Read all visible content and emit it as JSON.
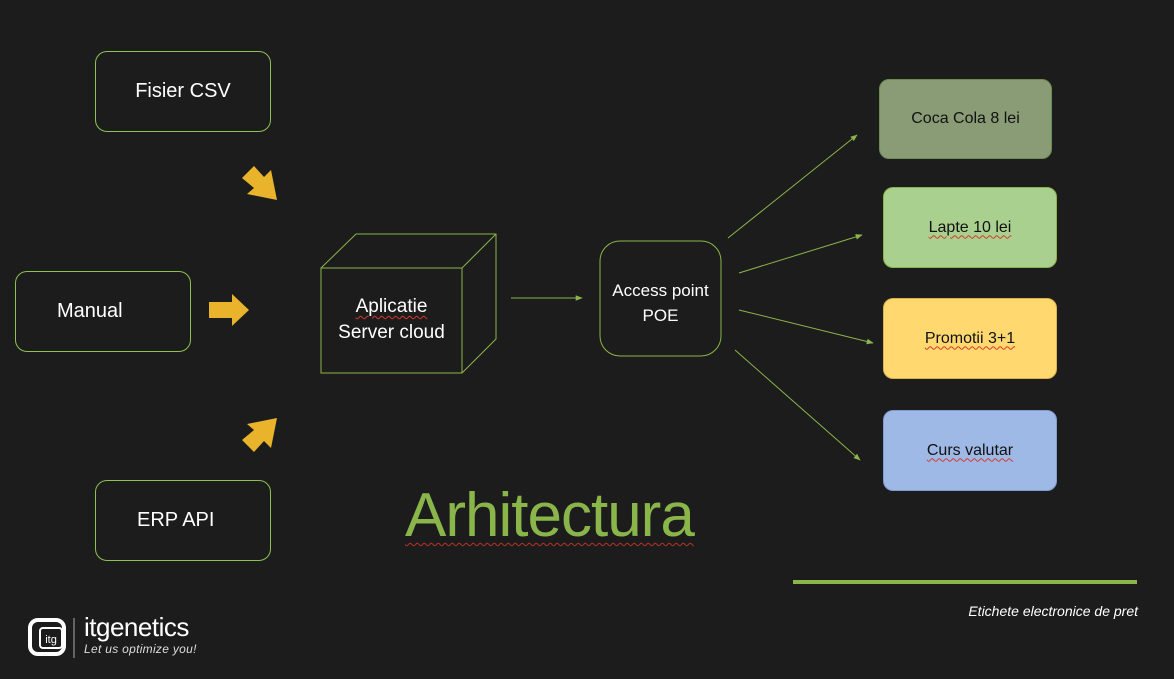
{
  "colors": {
    "background": "#1c1c1c",
    "accent_green": "#8ab54a",
    "arrow_yellow": "#e9b42c",
    "box_olive": "#8a9c76",
    "box_green": "#a9d08e",
    "box_yellow": "#ffd86f",
    "box_blue": "#9fb9e6"
  },
  "sources": [
    {
      "label": "Fisier CSV"
    },
    {
      "label": "Manual"
    },
    {
      "label": "ERP API"
    }
  ],
  "server": {
    "line1": "Aplicatie",
    "line2": "Server cloud"
  },
  "access_point": {
    "line1": "Access point",
    "line2": "POE"
  },
  "outputs": [
    {
      "label": "Coca Cola 8 lei"
    },
    {
      "label": "Lapte 10 lei"
    },
    {
      "label": "Promotii 3+1"
    },
    {
      "label": "Curs valutar"
    }
  ],
  "title": "Arhitectura",
  "subtitle": "Etichete electronice de pret",
  "logo": {
    "name": "itgenetics",
    "tagline": "Let us optimize you!",
    "mark": "itg"
  }
}
